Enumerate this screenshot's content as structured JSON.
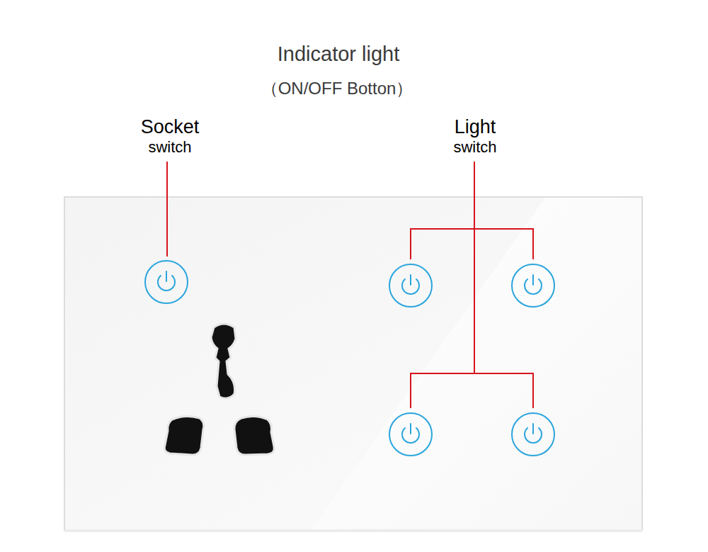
{
  "diagram": {
    "title": "Indicator light",
    "labels": [
      "（ON/OFF Botton）",
      "Socket",
      "switch",
      "Light",
      "switch"
    ]
  }
}
